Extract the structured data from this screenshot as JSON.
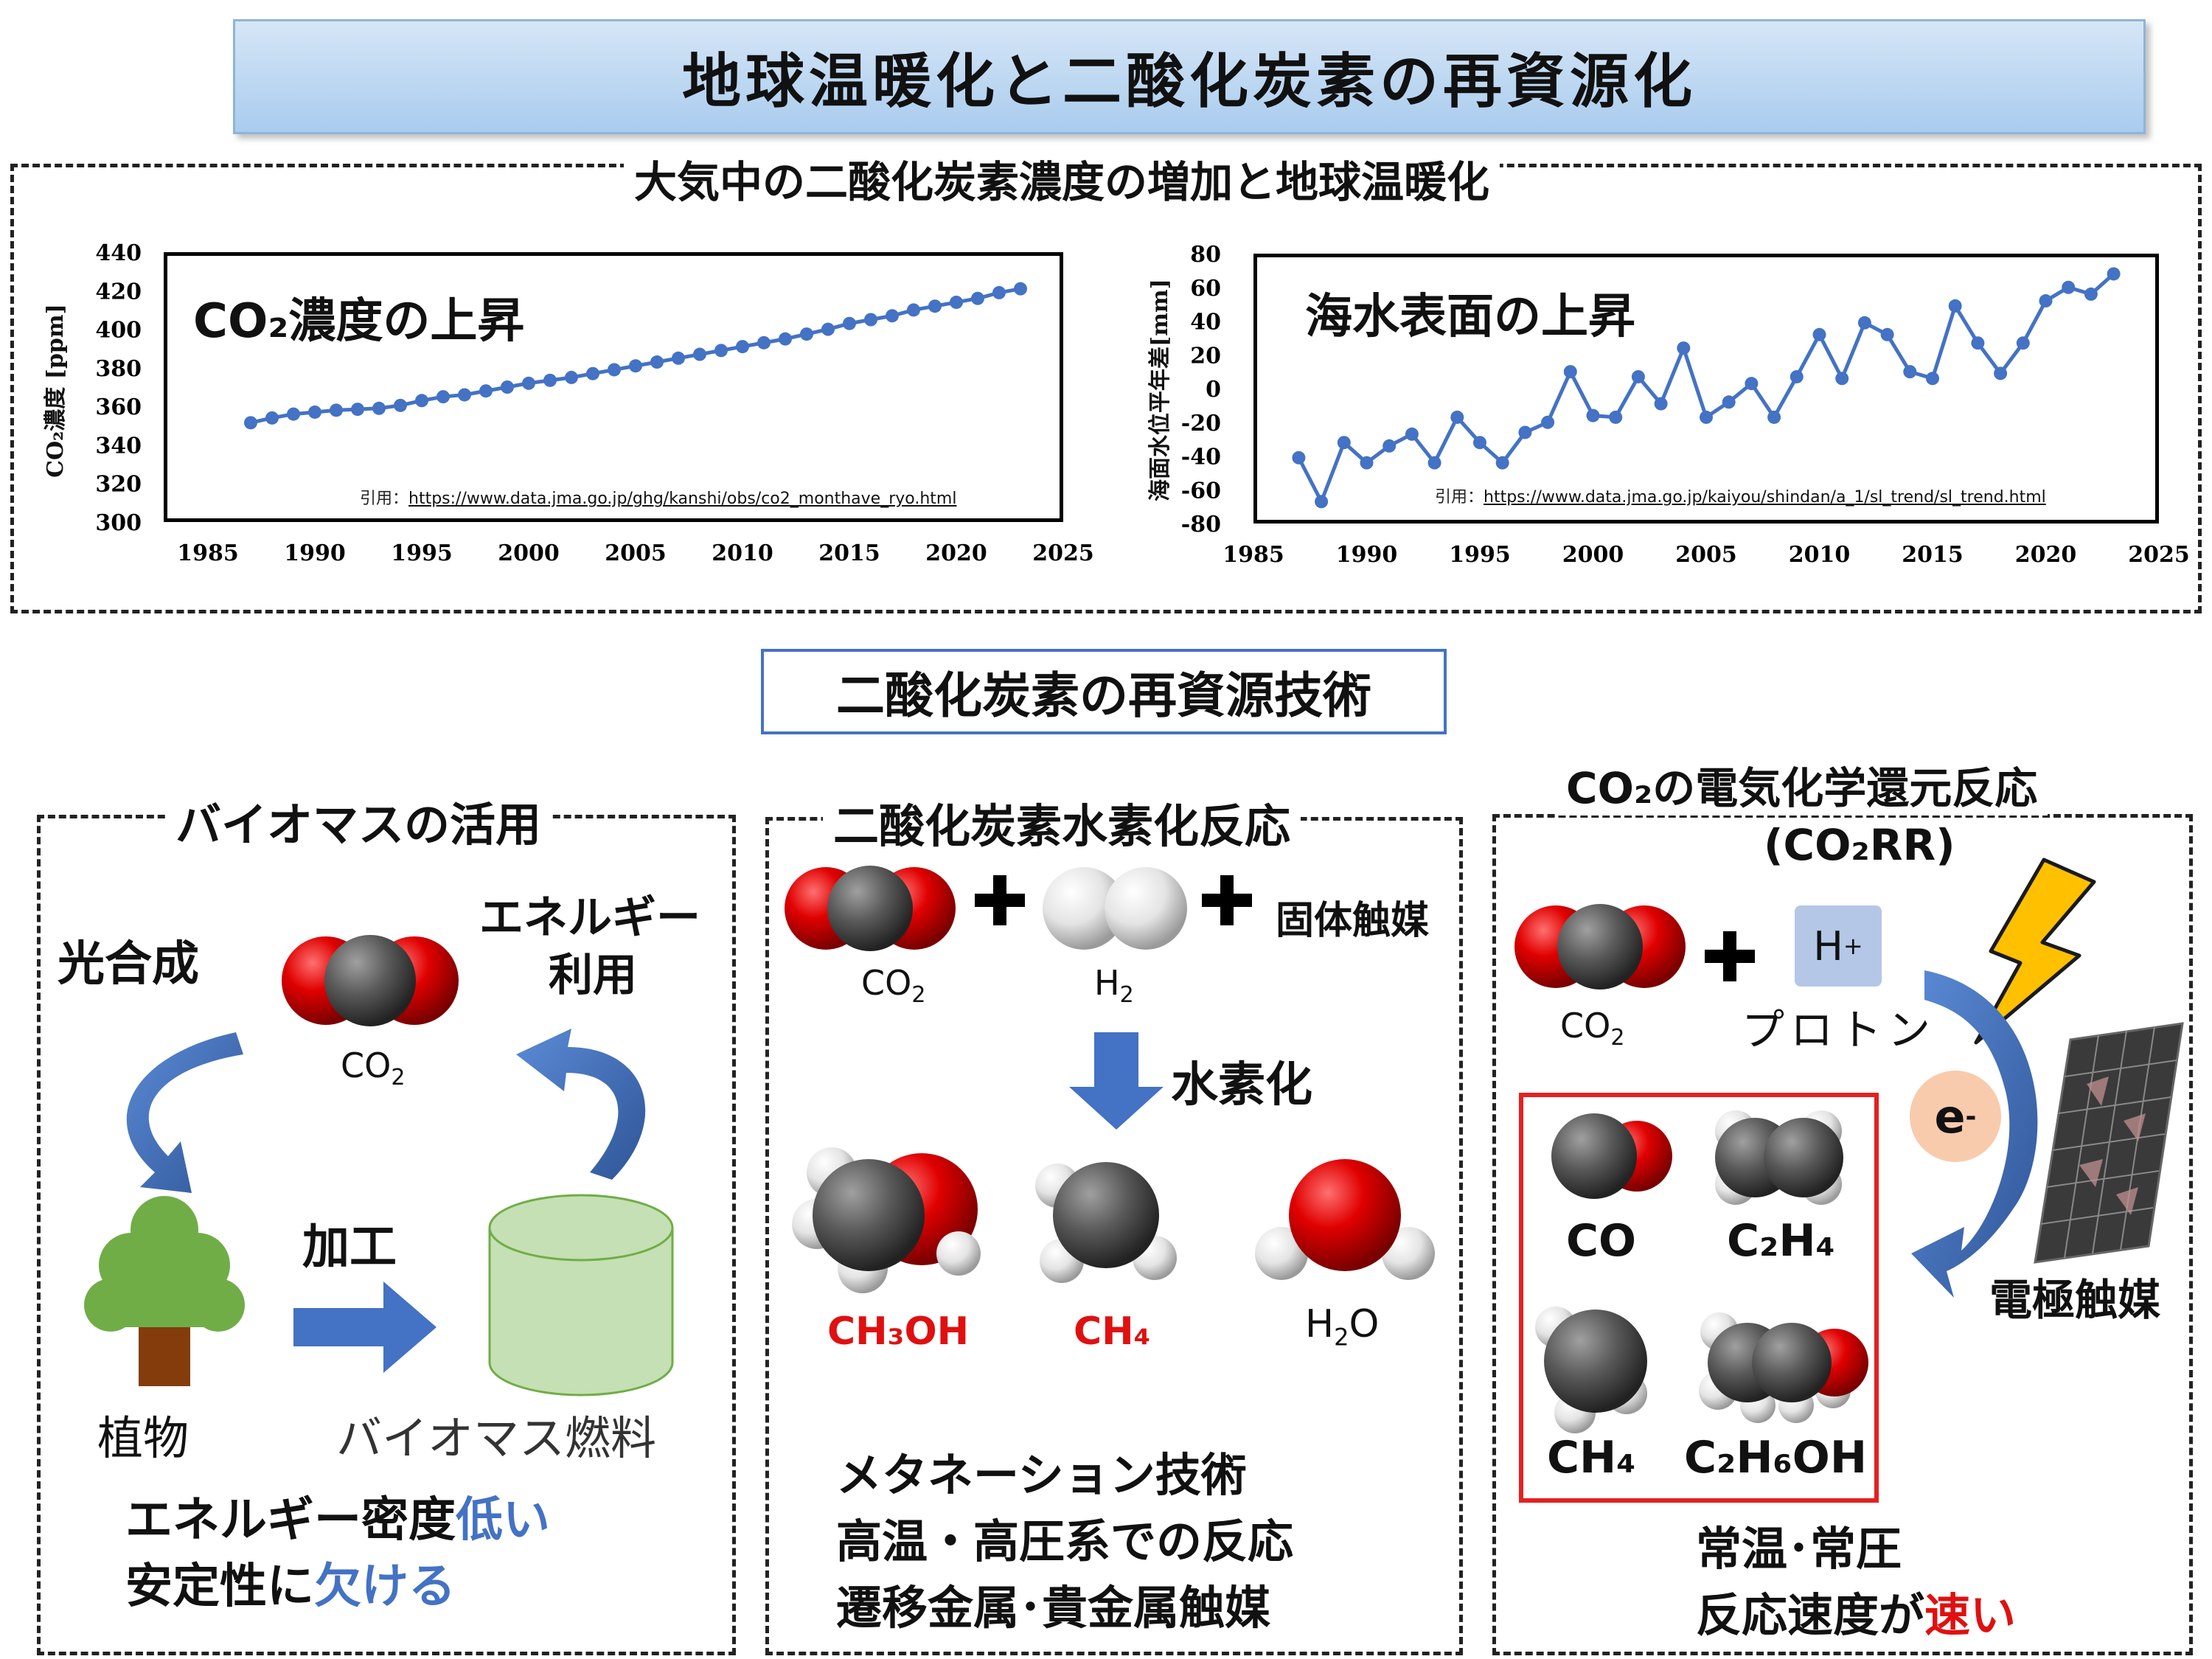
{
  "title": "地球温暖化と二酸化炭素の再資源化",
  "top_section": {
    "title": "大気中の二酸化炭素濃度の増加と地球温暖化"
  },
  "chart_data": [
    {
      "type": "line",
      "title": "CO₂濃度の上昇",
      "ylabel": "CO₂濃度 [ppm]",
      "xlabel": "",
      "xlim": [
        1985,
        2025
      ],
      "ylim": [
        300,
        440
      ],
      "xticks": [
        1985,
        1990,
        1995,
        2000,
        2005,
        2010,
        2015,
        2020,
        2025
      ],
      "yticks": [
        300,
        320,
        340,
        360,
        380,
        400,
        420,
        440
      ],
      "grid": false,
      "color": "#4472c4",
      "x": [
        1987,
        1988,
        1989,
        1990,
        1991,
        1992,
        1993,
        1994,
        1995,
        1996,
        1997,
        1998,
        1999,
        2000,
        2001,
        2002,
        2003,
        2004,
        2005,
        2006,
        2007,
        2008,
        2009,
        2010,
        2011,
        2012,
        2013,
        2014,
        2015,
        2016,
        2017,
        2018,
        2019,
        2020,
        2021,
        2022,
        2023
      ],
      "y": [
        351.5,
        354,
        356,
        357,
        358,
        358.5,
        359,
        360.5,
        363,
        365,
        366,
        368,
        370,
        372,
        373.5,
        375,
        377,
        379,
        381,
        383,
        385,
        387,
        389,
        391,
        393,
        395,
        397.5,
        400,
        403,
        405,
        407,
        410,
        412,
        414,
        416,
        419,
        421
      ],
      "citation_prefix": "引用：",
      "citation_url": "https://www.data.jma.go.jp/ghg/kanshi/obs/co2_monthave_ryo.html"
    },
    {
      "type": "line",
      "title": "海水表面の上昇",
      "ylabel": "海面水位平年差[mm]",
      "xlabel": "",
      "xlim": [
        1985,
        2025
      ],
      "ylim": [
        -80,
        80
      ],
      "xticks": [
        1985,
        1990,
        1995,
        2000,
        2005,
        2010,
        2015,
        2020,
        2025
      ],
      "yticks": [
        -80,
        -60,
        -40,
        -20,
        0,
        20,
        40,
        60,
        80
      ],
      "grid": false,
      "color": "#4472c4",
      "x": [
        1987,
        1988,
        1989,
        1990,
        1991,
        1992,
        1993,
        1994,
        1995,
        1996,
        1997,
        1998,
        1999,
        2000,
        2001,
        2002,
        2003,
        2004,
        2005,
        2006,
        2007,
        2008,
        2009,
        2010,
        2011,
        2012,
        2013,
        2014,
        2015,
        2016,
        2017,
        2018,
        2019,
        2020,
        2021,
        2022,
        2023
      ],
      "y": [
        -41,
        -67,
        -32,
        -44,
        -34,
        -27,
        -44,
        -17,
        -32,
        -44,
        -26,
        -20,
        10,
        -16,
        -17,
        7,
        -9,
        24,
        -17,
        -8,
        3,
        -17,
        7,
        32,
        6,
        39,
        32,
        10,
        6,
        49,
        27,
        9,
        27,
        52,
        60,
        56,
        68
      ],
      "citation_prefix": "引用：",
      "citation_url": "https://www.data.jma.go.jp/kaiyou/shindan/a_1/sl_trend/sl_trend.html"
    }
  ],
  "tech_title": "二酸化炭素の再資源技術",
  "biomass": {
    "title": "バイオマスの活用",
    "photosynthesis": "光合成",
    "energy_use_line1": "エネルギー",
    "energy_use_line2": "利用",
    "co2": "CO",
    "co2_sub": "2",
    "process": "加工",
    "plant": "植物",
    "fuel": "バイオマス燃料",
    "note1_prefix": "エネルギー密度",
    "note1_highlight": "低い",
    "note2_prefix": "安定性に",
    "note2_highlight": "欠ける"
  },
  "hydrogenation": {
    "title": "二酸化炭素水素化反応",
    "co2": "CO",
    "co2_sub": "2",
    "h2": "H",
    "h2_sub": "2",
    "catalyst": "固体触媒",
    "step": "水素化",
    "p1": "CH₃OH",
    "p2": "CH₄",
    "p3": "H",
    "p3_sub": "2",
    "p3_tail": "O",
    "note1": "メタネーション技術",
    "note2": "高温・高圧系での反応",
    "note3": "遷移金属･貴金属触媒"
  },
  "co2rr": {
    "title_line1": "CO₂の電気化学還元反応",
    "title_line2": "(CO₂RR)",
    "co2": "CO",
    "co2_sub": "2",
    "proton_symbol": "H",
    "proton_sup": "+",
    "proton": "プロトン",
    "electron": "e",
    "electron_sup": "-",
    "electrode": "電極触媒",
    "products": [
      "CO",
      "C₂H₄",
      "CH₄",
      "C₂H₆OH"
    ],
    "note1": "常温･常圧",
    "note2_prefix": "反応速度が",
    "note2_highlight": "速い"
  },
  "colors": {
    "accent_blue": "#4472c4",
    "highlight_red": "#e01010",
    "oxygen": "#e00000",
    "carbon": "#555555",
    "hydrogen": "#e6e6e6",
    "tree_green": "#70ad47",
    "trunk_brown": "#843c0c",
    "cylinder_green": "#c5e0b4",
    "lightning": "#ffc000"
  }
}
